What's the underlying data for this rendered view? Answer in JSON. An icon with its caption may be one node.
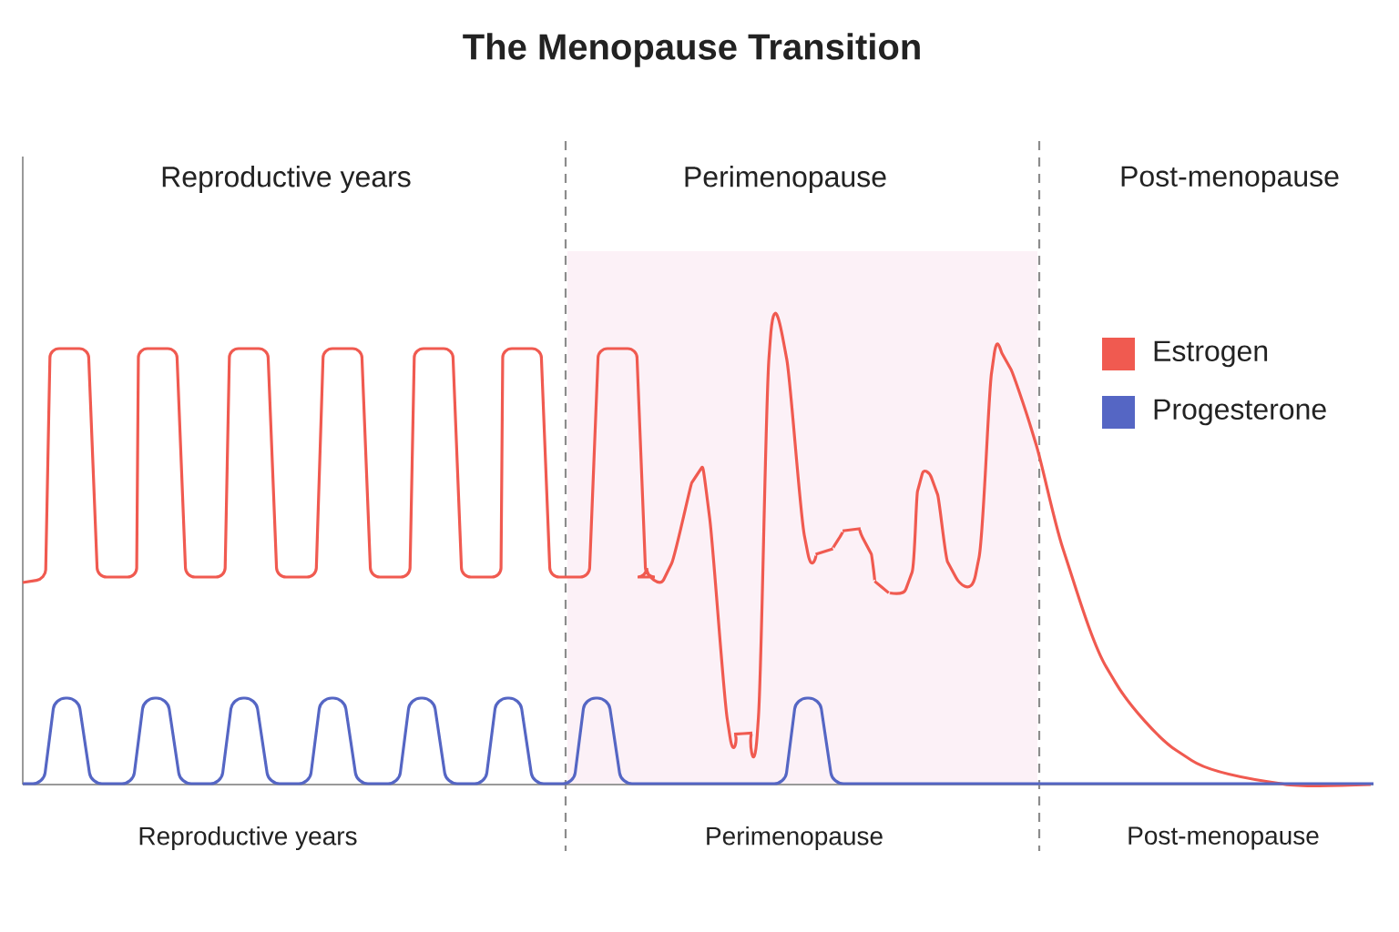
{
  "diagram": {
    "title": "The Menopause Transition",
    "labels": [
      "Reproductive years",
      "Perimenopause",
      "Post-menopause",
      "Reproductive years",
      "Perimenopause",
      "Post-menopause"
    ],
    "legend": [
      {
        "text": "Estrogen",
        "color": "#f05a50"
      },
      {
        "text": "Progesterone",
        "color": "#5566c4"
      }
    ]
  }
}
